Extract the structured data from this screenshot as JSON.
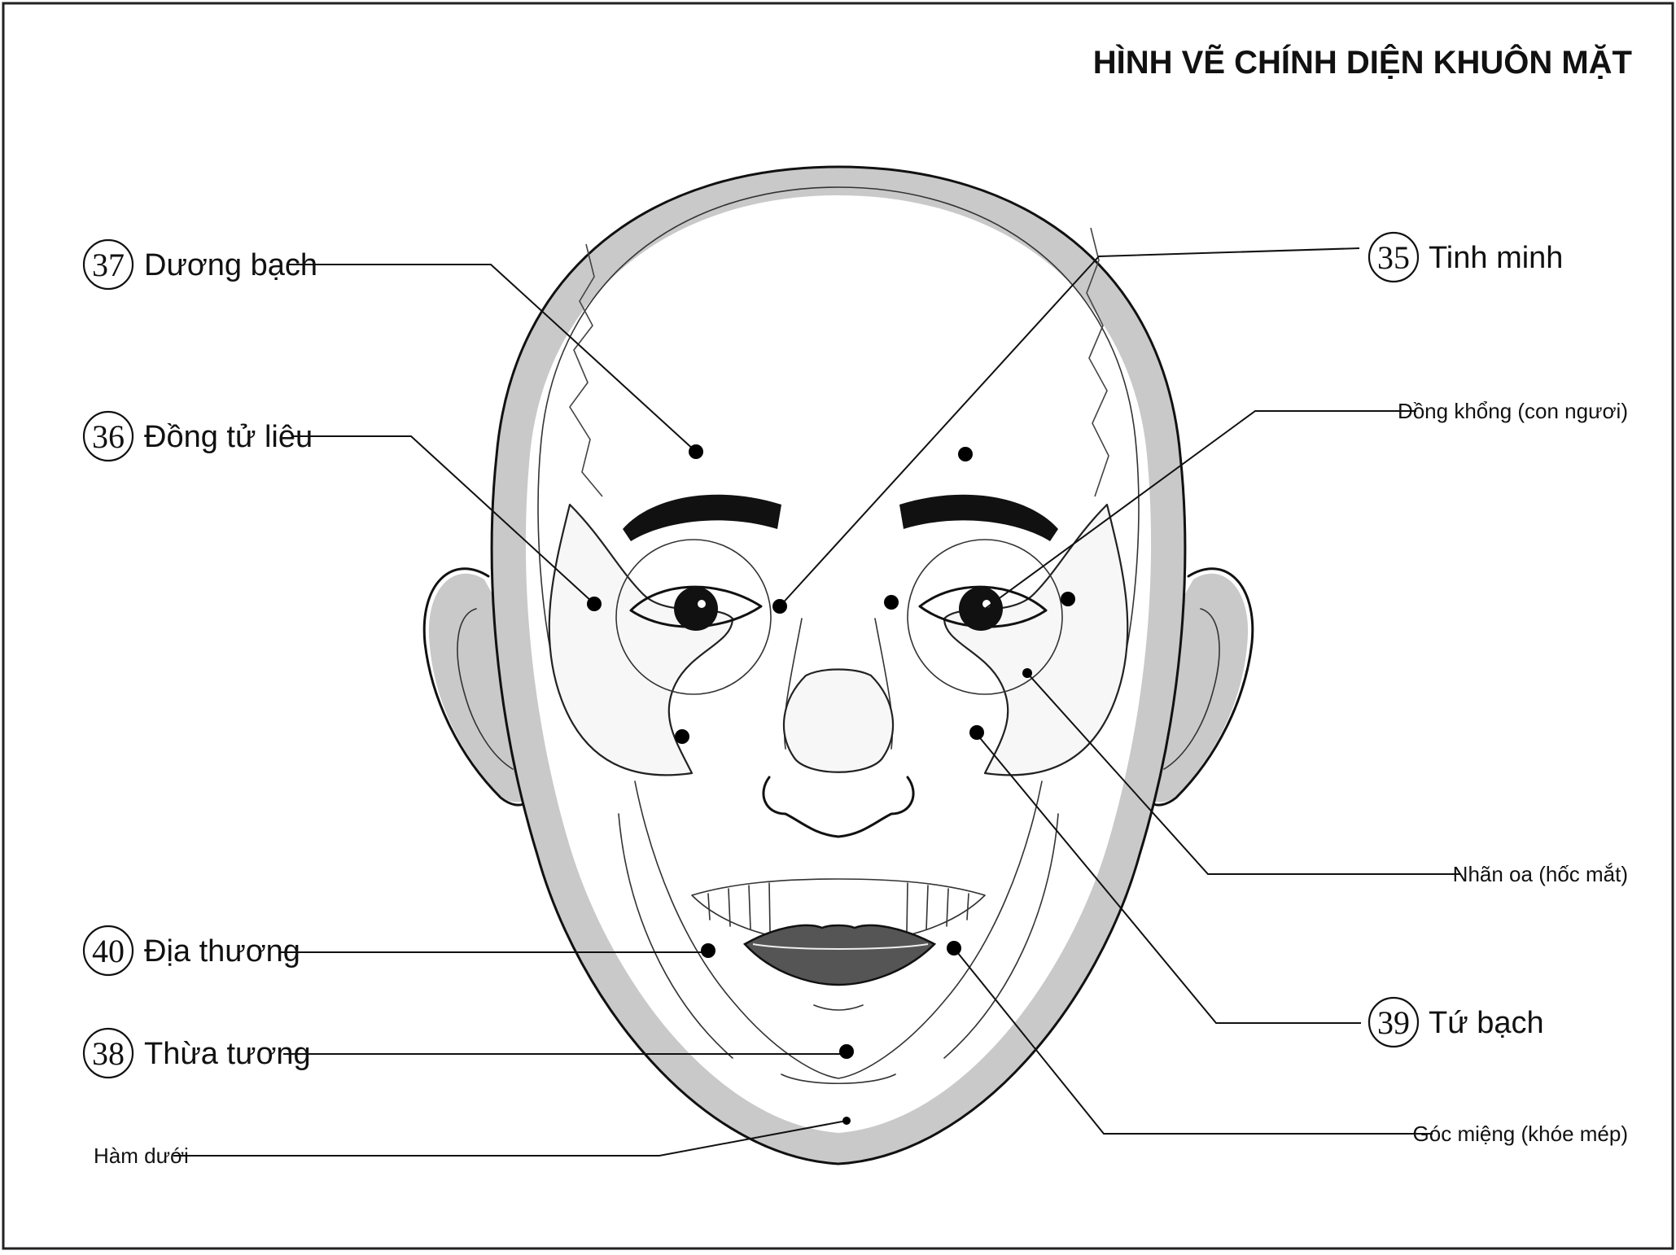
{
  "title": "HÌNH VẼ CHÍNH DIỆN KHUÔN MẶT",
  "labels": {
    "l37": {
      "number": "37",
      "text": "Dương bạch"
    },
    "l36": {
      "number": "36",
      "text": "Đồng tử liêu"
    },
    "l40": {
      "number": "40",
      "text": "Địa thương"
    },
    "l38": {
      "number": "38",
      "text": "Thừa tương"
    },
    "ham_duoi": {
      "text": "Hàm dưới"
    },
    "l35": {
      "number": "35",
      "text": "Tinh minh"
    },
    "dong_khong": {
      "text": "Đồng khổng (con ngươi)"
    },
    "nhan_oa": {
      "text": "Nhãn oa (hốc mắt)"
    },
    "l39": {
      "number": "39",
      "text": "Tứ bạch"
    },
    "goc_mieng": {
      "text": "Góc miệng (khóe mép)"
    }
  }
}
